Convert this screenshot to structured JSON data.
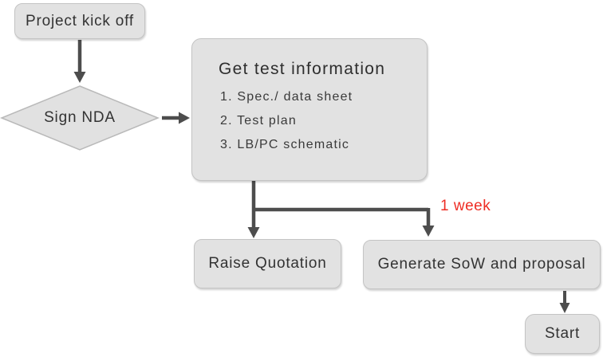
{
  "diagram": {
    "nodes": {
      "kickoff": {
        "label": "Project kick off",
        "shape": "rounded-rect"
      },
      "sign_nda": {
        "label": "Sign NDA",
        "shape": "diamond"
      },
      "get_test_info": {
        "title": "Get test information",
        "items": [
          "1. Spec./ data sheet",
          "2. Test plan",
          "3. LB/PC schematic"
        ],
        "shape": "rounded-rect"
      },
      "raise_quotation": {
        "label": "Raise Quotation",
        "shape": "rounded-rect"
      },
      "generate_sow": {
        "label": "Generate SoW and proposal",
        "shape": "rounded-rect"
      },
      "start": {
        "label": "Start",
        "shape": "rounded-rect"
      }
    },
    "annotations": {
      "duration_label": "1 week"
    },
    "edges": [
      {
        "from": "kickoff",
        "to": "sign_nda"
      },
      {
        "from": "sign_nda",
        "to": "get_test_info"
      },
      {
        "from": "get_test_info",
        "to": "raise_quotation"
      },
      {
        "from": "get_test_info",
        "to": "generate_sow",
        "label": "1 week"
      },
      {
        "from": "generate_sow",
        "to": "start"
      }
    ],
    "colors": {
      "node_fill": "#e2e2e2",
      "node_border": "#c4c4c4",
      "connector": "#4d4d4d",
      "text": "#333333",
      "annotation_red": "#ee2d24",
      "background": "#ffffff"
    }
  }
}
